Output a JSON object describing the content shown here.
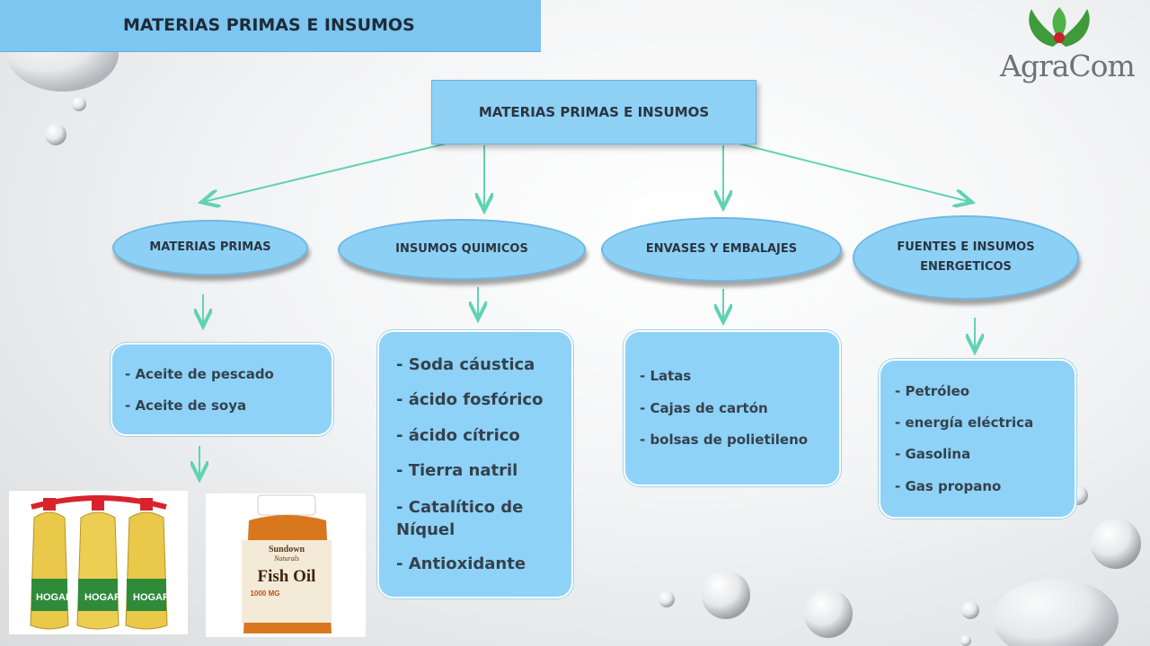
{
  "header": {
    "title": "MATERIAS PRIMAS E INSUMOS"
  },
  "logo": {
    "text": "AgraCom"
  },
  "diagram": {
    "root": "MATERIAS PRIMAS E INSUMOS",
    "categories": [
      {
        "label": "MATERIAS PRIMAS",
        "items": [
          "- Aceite de pescado",
          "- Aceite de soya"
        ]
      },
      {
        "label": "INSUMOS QUIMICOS",
        "items": [
          "- Soda cáustica",
          "- ácido fosfórico",
          "- ácido cítrico",
          "- Tierra natril",
          "- Catalítico de Níquel",
          "- Antioxidante"
        ]
      },
      {
        "label": "ENVASES Y EMBALAJES",
        "items": [
          "- Latas",
          "- Cajas de cartón",
          "- bolsas de polietileno"
        ]
      },
      {
        "label": "FUENTES E INSUMOS ENERGETICOS",
        "items": [
          "- Petróleo",
          "- energía eléctrica",
          "- Gasolina",
          "- Gas propano"
        ]
      }
    ]
  },
  "images": {
    "oil_bottle_label": "HOGAR",
    "fish_oil": {
      "brand": "Sundown",
      "sub": "Naturals",
      "name": "Fish Oil",
      "dose": "1000 MG"
    }
  },
  "colors": {
    "accent": "#7cc6f1",
    "box": "#8ed2f7",
    "arrow": "#5fd3b4"
  }
}
